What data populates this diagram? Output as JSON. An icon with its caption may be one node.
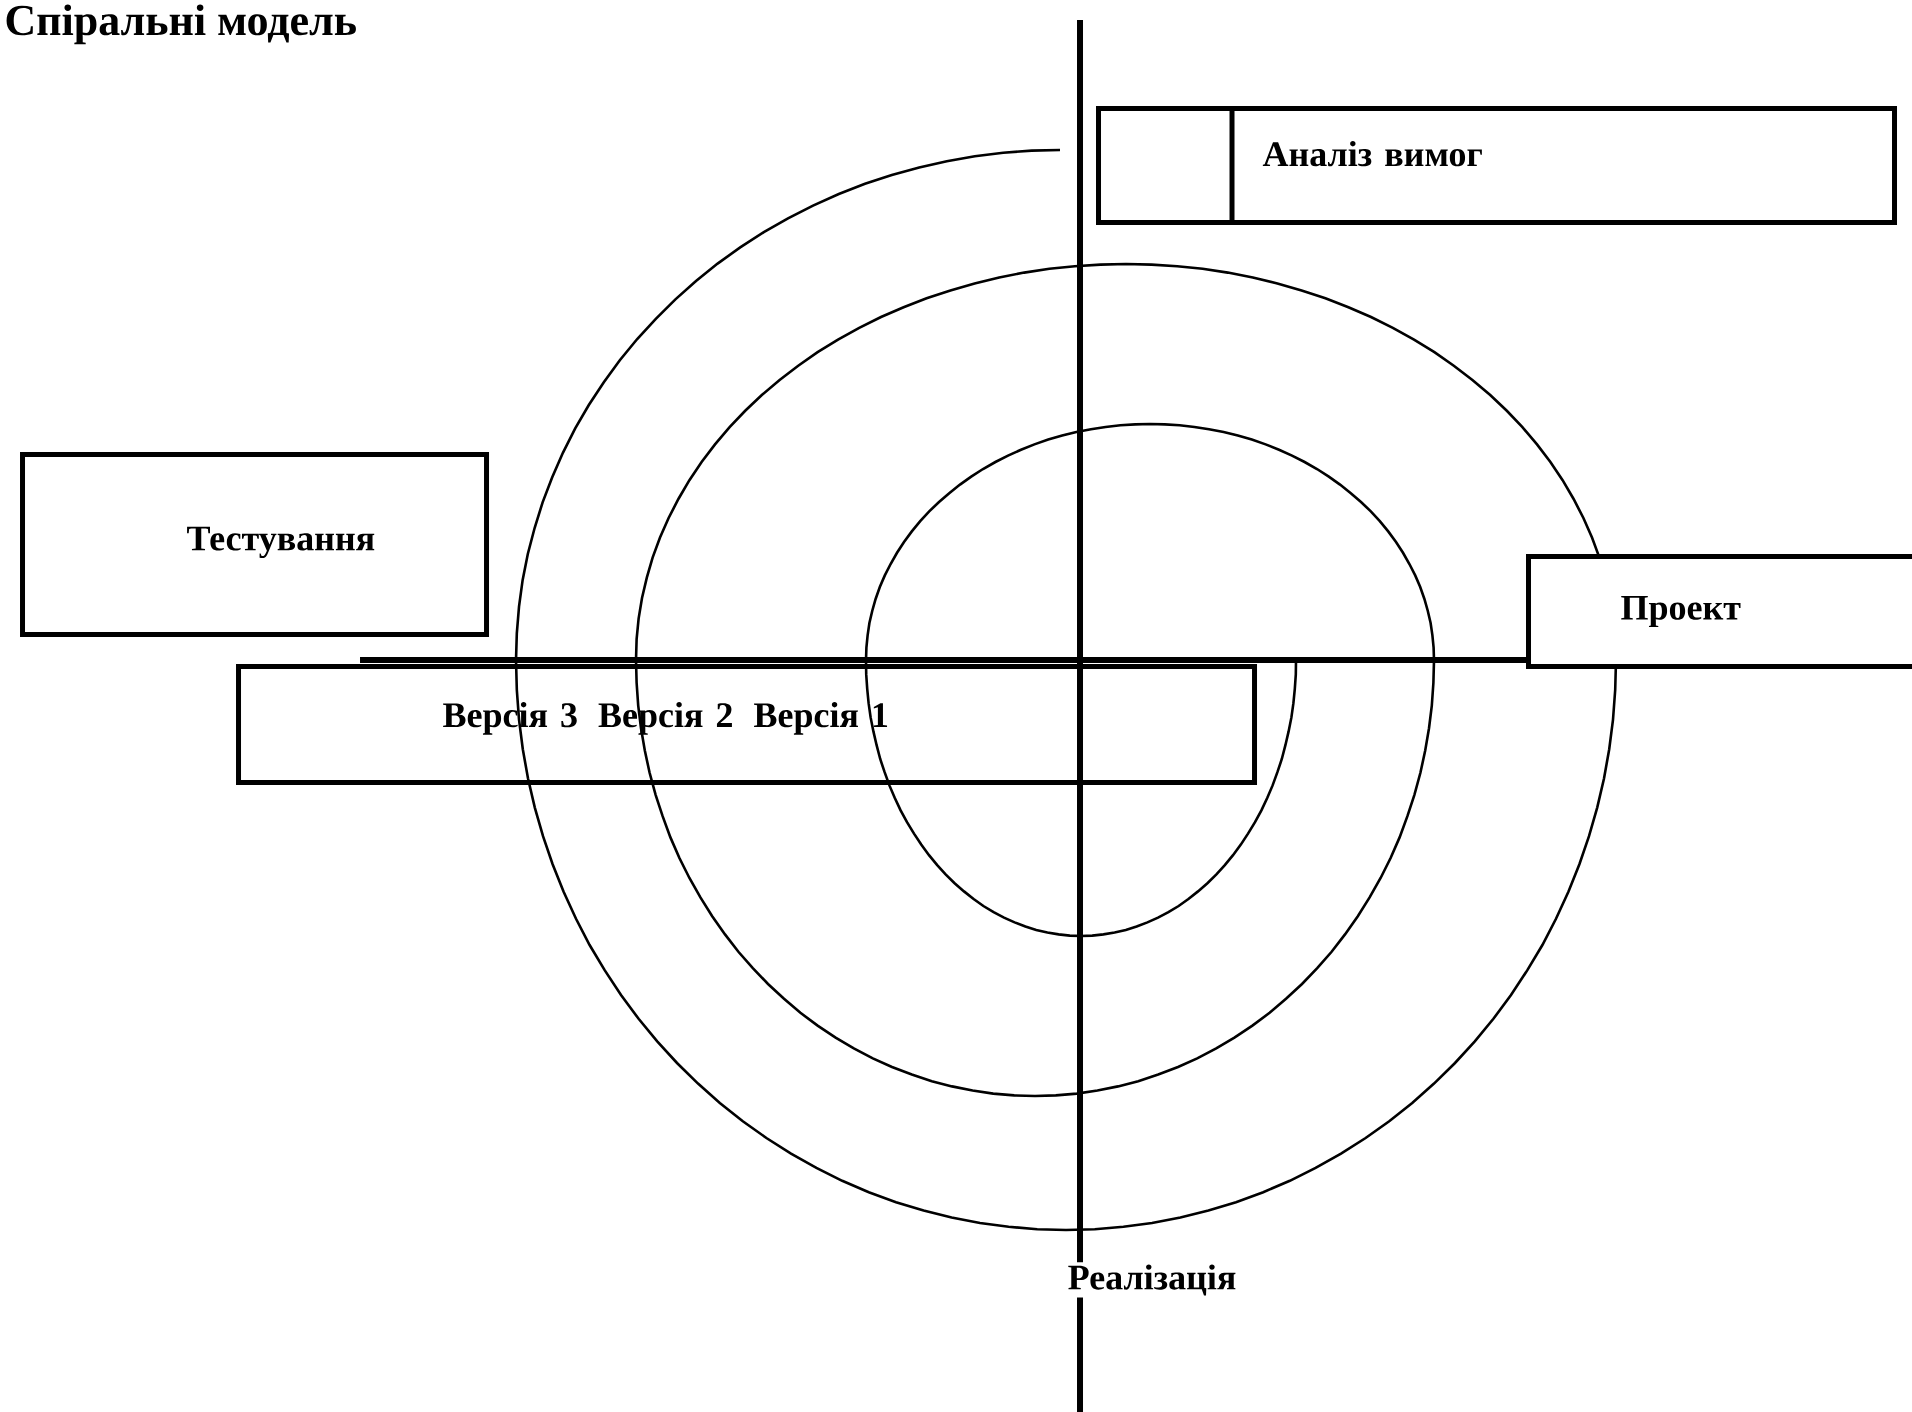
{
  "diagram": {
    "title": "Спіральні модель",
    "nodes": [
      {
        "text": [
          "Аналіз вимог"
        ]
      },
      {
        "text": [
          "Тестування"
        ]
      },
      {
        "text": [
          "Проект"
        ]
      },
      {
        "text": [
          "Версія 3",
          "Версія 2",
          "Версія 1"
        ]
      }
    ],
    "labels": [
      "Реалізація"
    ]
  }
}
